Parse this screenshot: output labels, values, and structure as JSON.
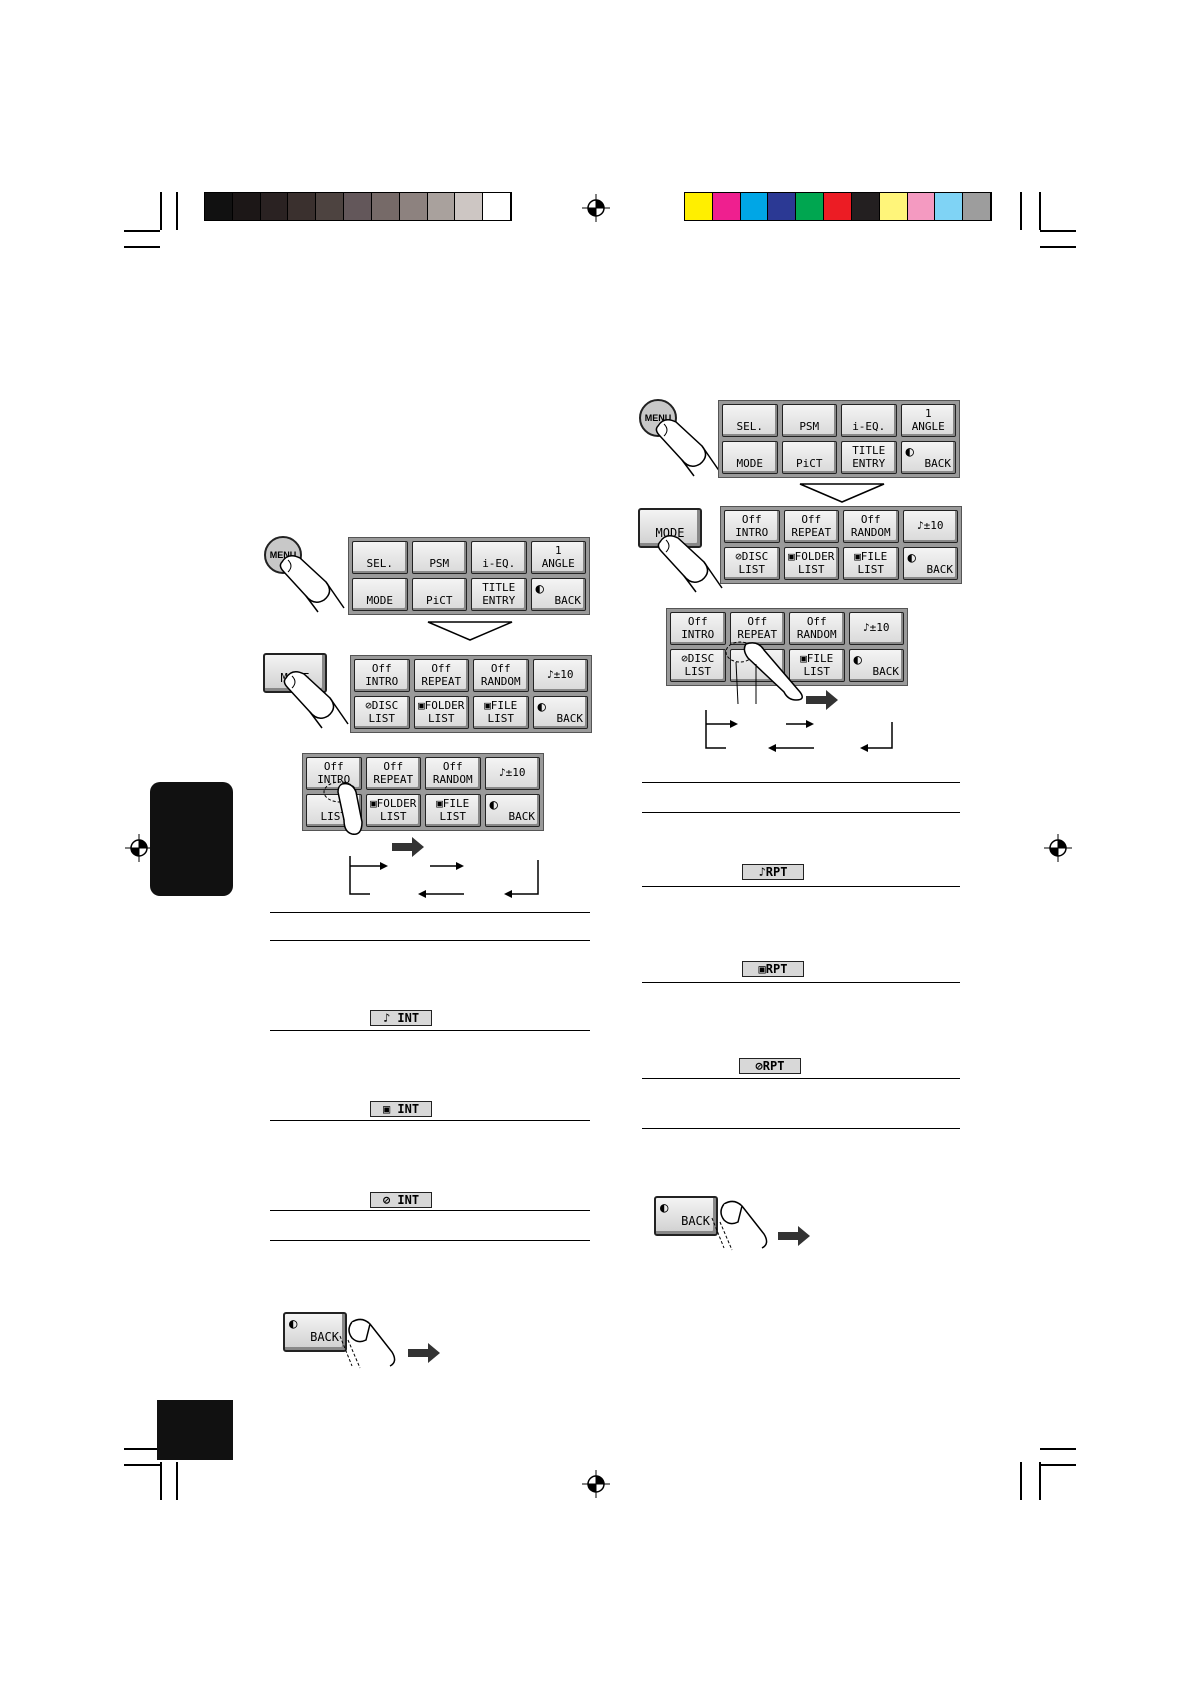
{
  "colors": {
    "gray_bar": [
      "#111111",
      "#1c1717",
      "#2a2222",
      "#3a302e",
      "#4d4340",
      "#63575a",
      "#766a68",
      "#8d827f",
      "#a9a19d",
      "#cdc6c3",
      "#ffffff"
    ],
    "color_bar": [
      "#ffef00",
      "#ef1f8f",
      "#00a6e6",
      "#2b3994",
      "#00a650",
      "#ec1c24",
      "#231f20",
      "#fff57a",
      "#f49ac1",
      "#7fd3f5",
      "#9d9d9d"
    ]
  },
  "menu_grid": {
    "sel": "SEL.",
    "psm": "PSM",
    "ieq": "i-EQ.",
    "angle_num": "1",
    "angle": "ANGLE",
    "mode": "MODE",
    "pict": "PiCT",
    "title1": "TITLE",
    "title2": "ENTRY",
    "back": "BACK"
  },
  "mode_grid": {
    "off": "Off",
    "intro": "INTRO",
    "repeat": "REPEAT",
    "random": "RANDOM",
    "skip": "♪±10",
    "disc": "⊘DISC",
    "folder": "▣FOLDER",
    "file": "▣FILE",
    "list": "LIST",
    "back": "BACK"
  },
  "buttons": {
    "menu": "MENU",
    "mode": "MODE",
    "back": "BACK"
  },
  "indicators": {
    "track_int": "♪ INT",
    "folder_int": "▣ INT",
    "disc_int": "⊘ INT",
    "track_rpt": "♪RPT",
    "folder_rpt": "▣RPT",
    "disc_rpt": "⊘RPT"
  }
}
